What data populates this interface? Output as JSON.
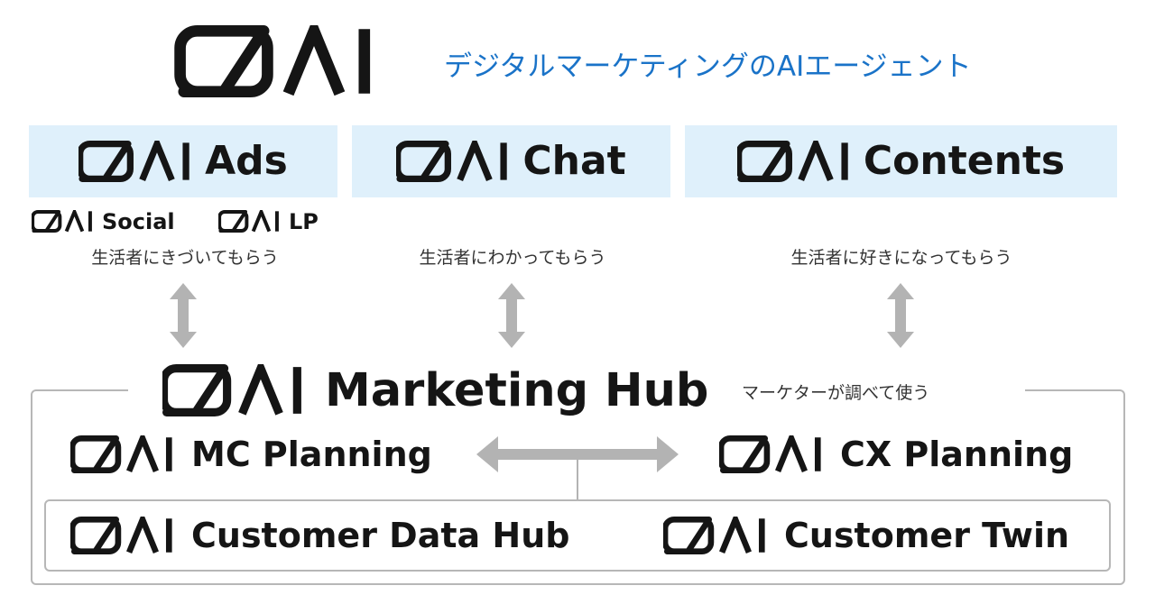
{
  "brand": {
    "logo_text": "DOAI",
    "tagline": "デジタルマーケティングのAIエージェント"
  },
  "products": {
    "ads": {
      "name": "Ads",
      "caption": "生活者にきづいてもらう"
    },
    "social": {
      "name": "Social"
    },
    "lp": {
      "name": "LP"
    },
    "chat": {
      "name": "Chat",
      "caption": "生活者にわかってもらう"
    },
    "contents": {
      "name": "Contents",
      "caption": "生活者に好きになってもらう"
    }
  },
  "hub": {
    "name": "Marketing Hub",
    "caption": "マーケターが調べて使う",
    "mc_planning": "MC Planning",
    "cx_planning": "CX Planning",
    "customer_data_hub": "Customer Data Hub",
    "customer_twin": "Customer Twin"
  },
  "colors": {
    "accent": "#1a73c8",
    "box_fill": "#dff0fb",
    "arrow": "#b3b3b3",
    "frame": "#b7b7b7",
    "text": "#151515"
  }
}
